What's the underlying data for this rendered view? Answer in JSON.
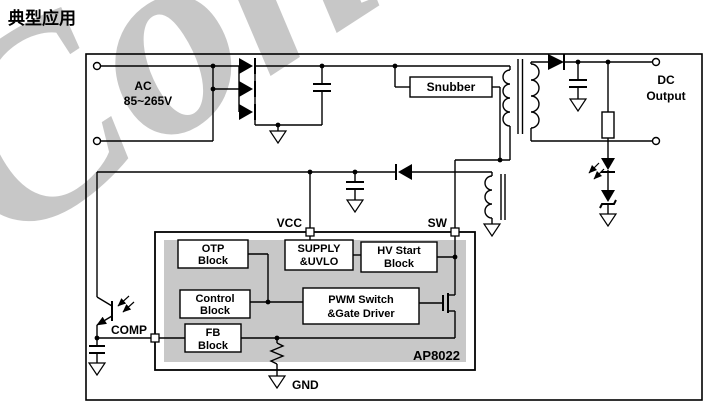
{
  "page": {
    "title": "典型应用",
    "watermark": "Con"
  },
  "labels": {
    "ac_line1": "AC",
    "ac_line2": "85~265V",
    "snubber": "Snubber",
    "dc_line1": "DC",
    "dc_line2": "Output",
    "vcc": "VCC",
    "sw": "SW",
    "comp": "COMP",
    "gnd": "GND",
    "chip_name": "AP8022"
  },
  "blocks": {
    "otp": [
      "OTP",
      "Block"
    ],
    "supply": [
      "SUPPLY",
      "&UVLO"
    ],
    "hv": [
      "HV Start",
      "Block"
    ],
    "control": [
      "Control",
      "Block"
    ],
    "pwm": [
      "PWM Switch",
      "&Gate Driver"
    ],
    "fb": [
      "FB",
      "Block"
    ]
  },
  "colors": {
    "line": "#000000",
    "ic_inner_gray": "#c8c8c8",
    "watermark_gray": "#828282",
    "background": "#ffffff"
  }
}
